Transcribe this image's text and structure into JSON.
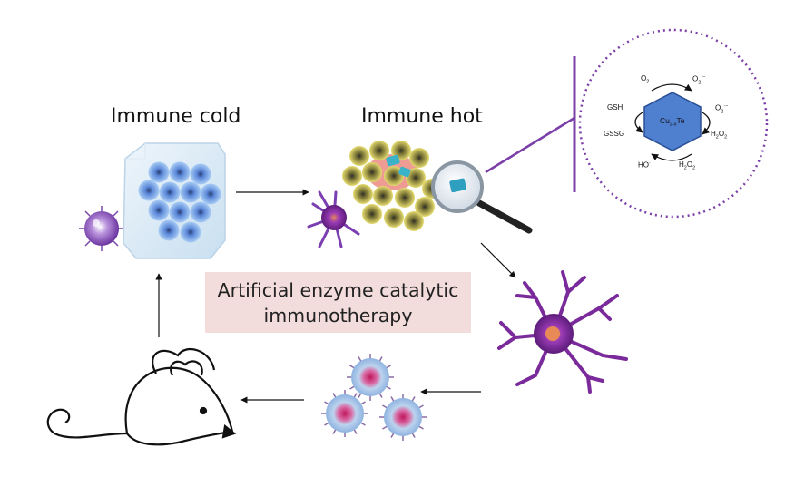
{
  "labels": {
    "immune_cold": "Immune cold",
    "immune_hot": "Immune hot",
    "caption_line1": "Artificial enzyme catalytic",
    "caption_line2": "immunotherapy"
  },
  "mechanism": {
    "catalyst": "Cu",
    "catalyst_sub": "2-x",
    "catalyst_tail": "Te",
    "o2_in": "O",
    "o2_in_sub": "2",
    "o2_out": "O",
    "o2_out_sub": "2",
    "o2_out_sup": "·−",
    "o2_right": "O",
    "o2_right_sub": "2",
    "o2_right_sup": "·−",
    "h2o2_right": "H",
    "h2o2_right_sub1": "2",
    "h2o2_right_mid": "O",
    "h2o2_right_sub2": "2",
    "gsh": "GSH",
    "gssg": "GSSG",
    "ho": "HO",
    "ho_sup": "·",
    "h2o2_bottom": "H",
    "h2o2_bottom_sub1": "2",
    "h2o2_bottom_mid": "O",
    "h2o2_bottom_sub2": "2"
  },
  "colors": {
    "purple_line": "#7b3fa8",
    "caption_bg": "#f2dcdc",
    "hexagon_fill": "#4f7fcf",
    "tumor_cell": "#5a9be6",
    "hot_cell": "#cfc34a",
    "dendritic": "#8a3fb0"
  }
}
